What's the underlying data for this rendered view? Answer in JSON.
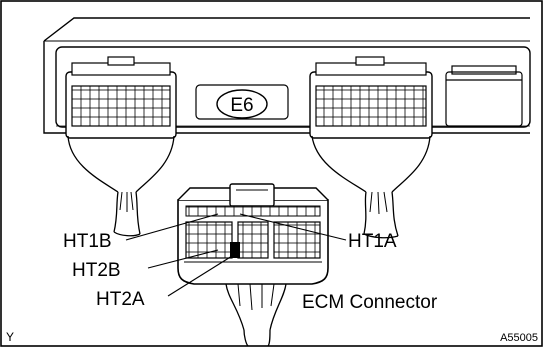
{
  "diagram": {
    "connector_code": "E6",
    "terminals": {
      "ht1b": "HT1B",
      "ht1a": "HT1A",
      "ht2b": "HT2B",
      "ht2a": "HT2A"
    },
    "caption": "ECM Connector",
    "corner_mark": "Y",
    "figure_id": "A55005"
  }
}
